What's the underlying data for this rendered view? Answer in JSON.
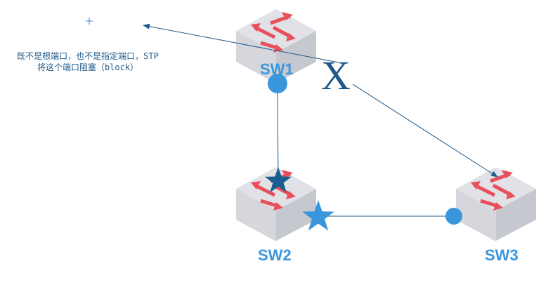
{
  "annotation": {
    "line1": "既不是根端口，也不是指定端口，STP",
    "line2": "将这个端口阻塞（block）"
  },
  "switches": [
    {
      "label": "SW1"
    },
    {
      "label": "SW2"
    },
    {
      "label": "SW3"
    }
  ],
  "blocked_mark": "X",
  "colors": {
    "label": "#3a96dc",
    "line": "#1f5a8a",
    "arrow": "#e8505b"
  }
}
